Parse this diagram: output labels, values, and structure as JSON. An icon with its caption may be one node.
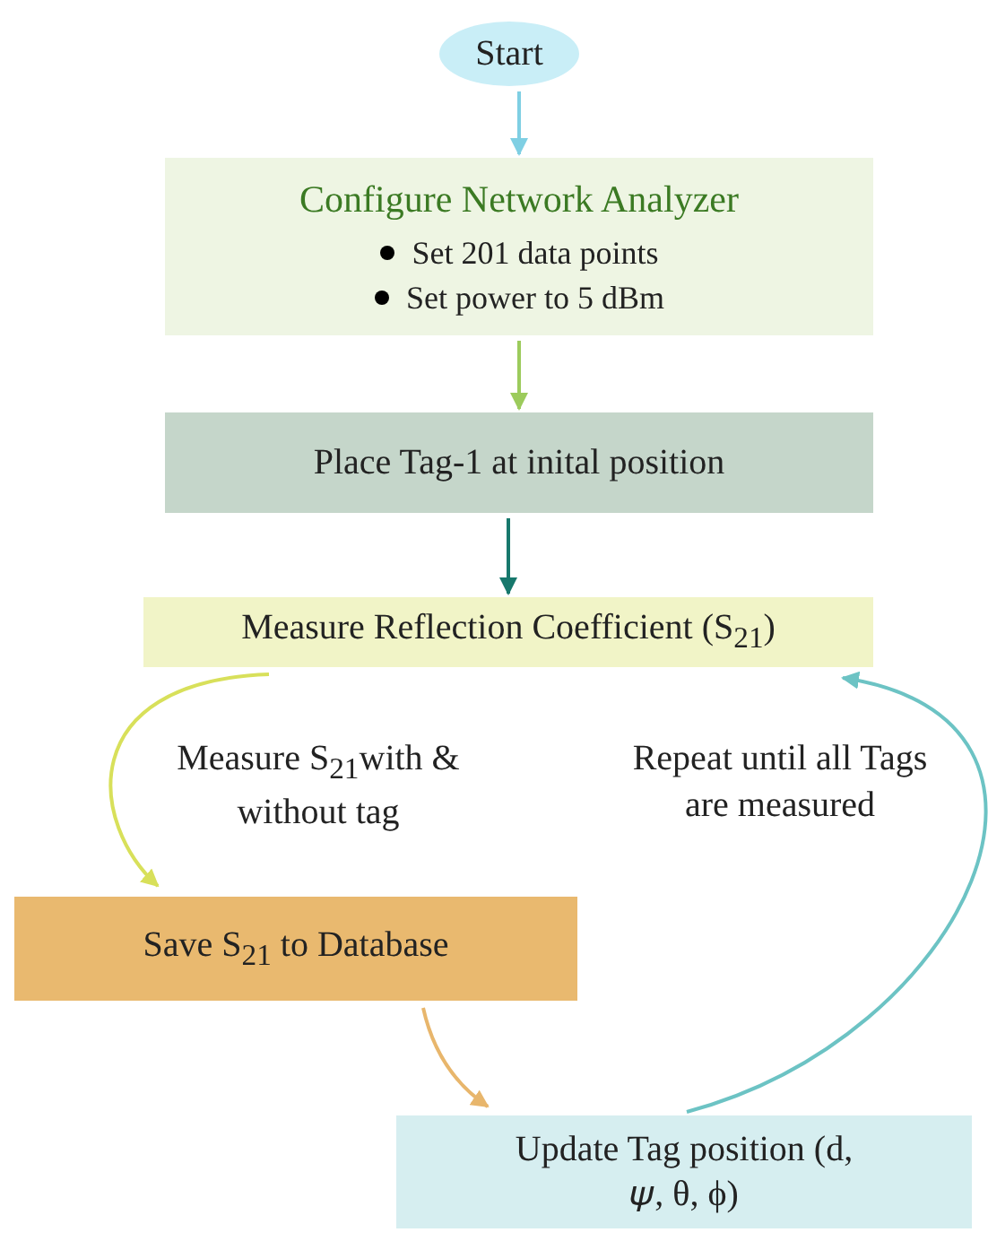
{
  "diagram": {
    "nodes": [
      {
        "text": [
          "Start"
        ]
      },
      {
        "text": [
          "Configure Network Analyzer",
          "Set 201 data points",
          "Set power to 5 dBm"
        ]
      },
      {
        "text": [
          "Place Tag-1 at inital position"
        ]
      },
      {
        "text": [
          "Measure Reflection Coefficient (S$_{21}$)"
        ]
      },
      {
        "text": [
          "Save S$_{21}$ to Database"
        ]
      },
      {
        "text": [
          "Update Tag position (d, 𝜓, θ, ϕ)"
        ]
      }
    ],
    "edges": [
      {
        "from": 0,
        "to": 1,
        "arrow": "to",
        "color": "#7fcfe3"
      },
      {
        "from": 1,
        "to": 2,
        "arrow": "to",
        "color": "#9ccb5c"
      },
      {
        "from": 2,
        "to": 3,
        "arrow": "to",
        "color": "#17786c"
      },
      {
        "from": 3,
        "to": 4,
        "arrow": "to",
        "color": "#d8e05a",
        "label": "Measure S$_{21}$with & without tag"
      },
      {
        "from": 4,
        "to": 5,
        "arrow": "to",
        "color": "#e8b66c"
      },
      {
        "from": 5,
        "to": 3,
        "arrow": "to",
        "color": "#6cc3c4",
        "label": "Repeat until all Tags are measured"
      }
    ]
  }
}
